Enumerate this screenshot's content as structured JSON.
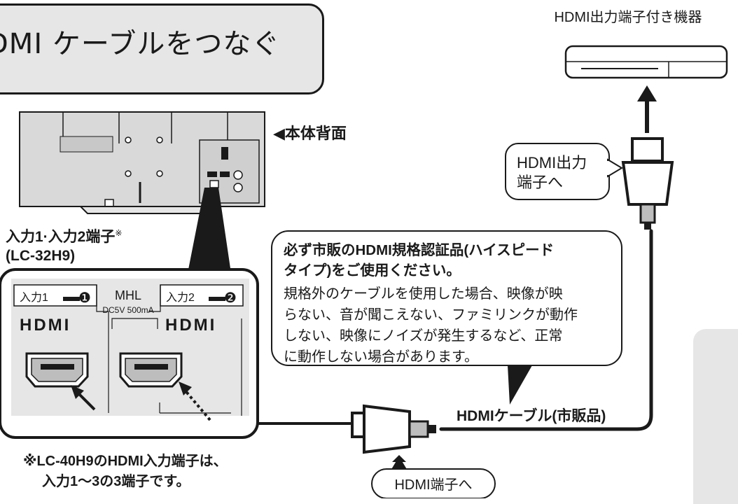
{
  "title": "DMI ケーブルをつなぐ",
  "device_label": "HDMI出力端子付き機器",
  "tv_back_label": "◀本体背面",
  "hdmi_out_callout": {
    "line1": "HDMI出力",
    "line2": "端子へ"
  },
  "input_terminal_label": {
    "line1": "入力1·入力2端子",
    "mark": "※",
    "line2": "(LC-32H9)"
  },
  "panel": {
    "input1_label": "入力1",
    "input1_num": "❶",
    "mhl_label": "MHL",
    "mhl_spec": "DC5V 500mA",
    "input2_label": "入力2",
    "input2_num": "❷",
    "hdmi_logo": "HDMI"
  },
  "note": {
    "heading_line1": "必ず市販のHDMI規格認証品(ハイスピード",
    "heading_line2": "タイプ)をご使用ください。",
    "body_lines": [
      "規格外のケーブルを使用した場合、映像が映",
      "らない、音が聞こえない、ファミリンクが動作",
      "しない、映像にノイズが発生するなど、正常",
      "に動作しない場合があります。"
    ]
  },
  "cable_label": "HDMIケーブル(市販品)",
  "footnote": {
    "line1": "※LC-40H9のHDMI入力端子は、",
    "line2": "入力1～3の3端子です。"
  },
  "hdmi_in_callout": "HDMI端子へ",
  "colors": {
    "line": "#1a1a1a",
    "panel_gray": "#e6e6e6",
    "plug_gray": "#bdbdbd",
    "tv_gray": "#d9d9d9"
  }
}
